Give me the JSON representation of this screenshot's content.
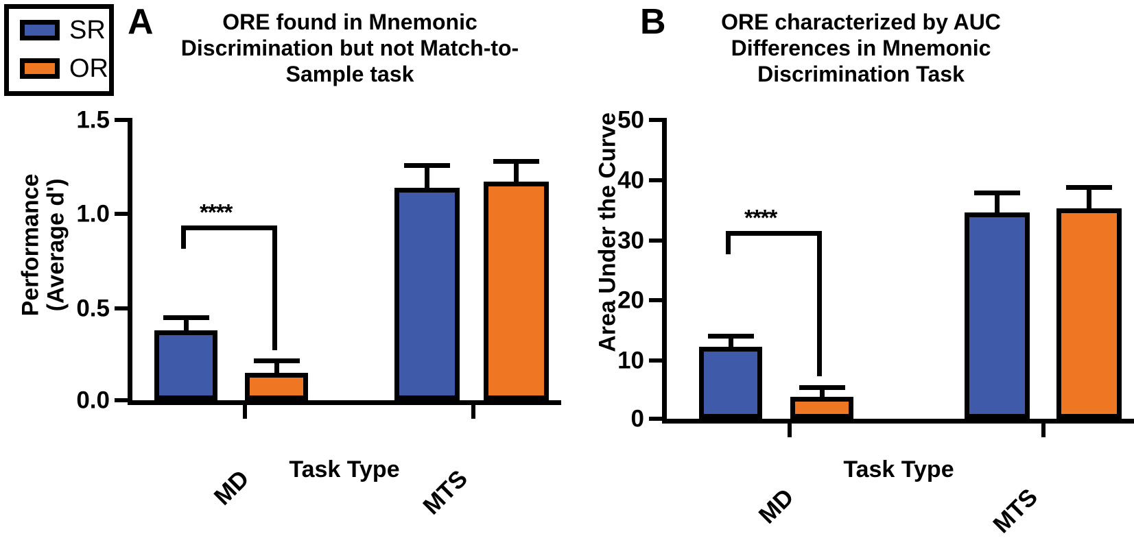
{
  "legend": {
    "items": [
      {
        "label": "SR",
        "color": "#3F5AA8"
      },
      {
        "label": "OR",
        "color": "#EF7622"
      }
    ]
  },
  "colors": {
    "sr_blue": "#3F5AA8",
    "or_orange": "#EF7622",
    "ink": "#000000",
    "background": "#FFFFFF"
  },
  "panels": [
    {
      "letter": "A",
      "title": "ORE found in Mnemonic Discrimination but not Match-to-Sample task",
      "xlabel": "Task Type",
      "ylabel": "Performance\n(Average d')"
    },
    {
      "letter": "B",
      "title": "ORE characterized by AUC Differences in Mnemonic Discrimination Task",
      "xlabel": "Task Type",
      "ylabel": "Area Under the Curve"
    }
  ],
  "chart_data": [
    {
      "type": "bar",
      "panel": "A",
      "title": "ORE found in Mnemonic Discrimination but not Match-to-Sample task",
      "xlabel": "Task Type",
      "ylabel": "Performance (Average d')",
      "categories": [
        "MD",
        "MTS"
      ],
      "ylim": [
        0,
        1.5
      ],
      "yticks": [
        0.0,
        0.5,
        1.0,
        1.5
      ],
      "ytick_labels": [
        "0.0",
        "0.5",
        "1.0",
        "1.5"
      ],
      "grid": false,
      "legend_position": "outside-top-left",
      "series": [
        {
          "name": "SR",
          "color": "#3F5AA8",
          "values": [
            0.37,
            1.13
          ],
          "errors": [
            0.035,
            0.12
          ]
        },
        {
          "name": "OR",
          "color": "#EF7622",
          "values": [
            0.145,
            1.16
          ],
          "errors": [
            0.03,
            0.105
          ]
        }
      ],
      "annotations": [
        {
          "text": "****",
          "between": [
            "MD-SR",
            "MD-OR"
          ],
          "bracket_top": 0.565
        }
      ]
    },
    {
      "type": "bar",
      "panel": "B",
      "title": "ORE characterized by AUC Differences in Mnemonic Discrimination Task",
      "xlabel": "Task Type",
      "ylabel": "Area Under the Curve",
      "categories": [
        "MD",
        "MTS"
      ],
      "ylim": [
        0,
        50
      ],
      "yticks": [
        0,
        10,
        20,
        30,
        40,
        50
      ],
      "ytick_labels": [
        "0",
        "10",
        "20",
        "30",
        "40",
        "50"
      ],
      "grid": false,
      "legend_position": "outside-top-left",
      "series": [
        {
          "name": "SR",
          "color": "#3F5AA8",
          "values": [
            12.0,
            34.3
          ],
          "errors": [
            1.3,
            2.6
          ]
        },
        {
          "name": "OR",
          "color": "#EF7622",
          "values": [
            3.7,
            35.0
          ],
          "errors": [
            1.0,
            3.0
          ]
        }
      ],
      "annotations": [
        {
          "text": "****",
          "between": [
            "MD-SR",
            "MD-OR"
          ],
          "bracket_top": 19.8
        }
      ]
    }
  ]
}
